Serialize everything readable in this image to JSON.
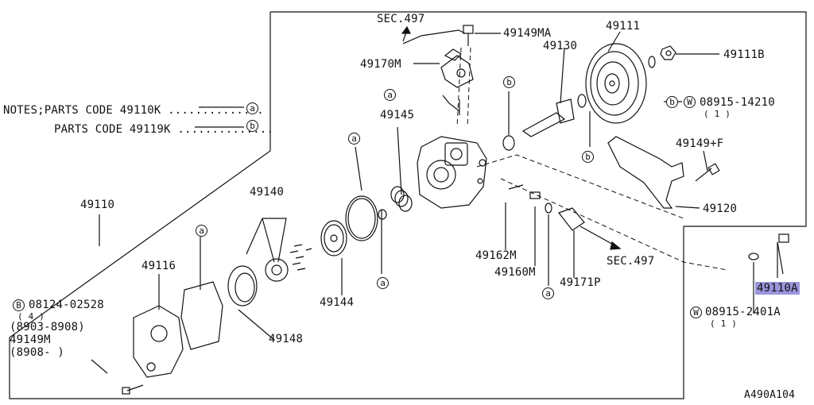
{
  "diagram_code": "A490A104",
  "notes": {
    "line1": "NOTES;PARTS CODE 49110K ..............",
    "line2": "PARTS CODE 49119K ..............",
    "mark_a": "a",
    "mark_b": "b"
  },
  "labels": {
    "sec497_top": "SEC.497",
    "p49149MA": "49149MA",
    "p49111": "49111",
    "p49130": "49130",
    "p49170M": "49170M",
    "p49111B": "49111B",
    "p49145": "49145",
    "w08915_14210": "08915-14210",
    "w08915_14210_qty": "( 1 )",
    "p49149F": "49149+F",
    "p49140": "49140",
    "p49110": "49110",
    "p49120": "49120",
    "p49116": "49116",
    "p49162M": "49162M",
    "sec497_right": "SEC.497",
    "p49160M": "49160M",
    "p49171P": "49171P",
    "p49110A": "49110A",
    "b08124_02528": "08124-02528",
    "b08124_qty": "( 4 )",
    "range1": "(8903-8908)",
    "p49144": "49144",
    "w08915_2401A": "08915-2401A",
    "w08915_2401A_qty": "( 1 )",
    "p49149M": "49149M",
    "range2": "(8908-     )",
    "p49148": "49148"
  },
  "prefix_marks": {
    "w": "W",
    "b": "B"
  },
  "ref_marks": {
    "a": "a",
    "b": "b"
  }
}
